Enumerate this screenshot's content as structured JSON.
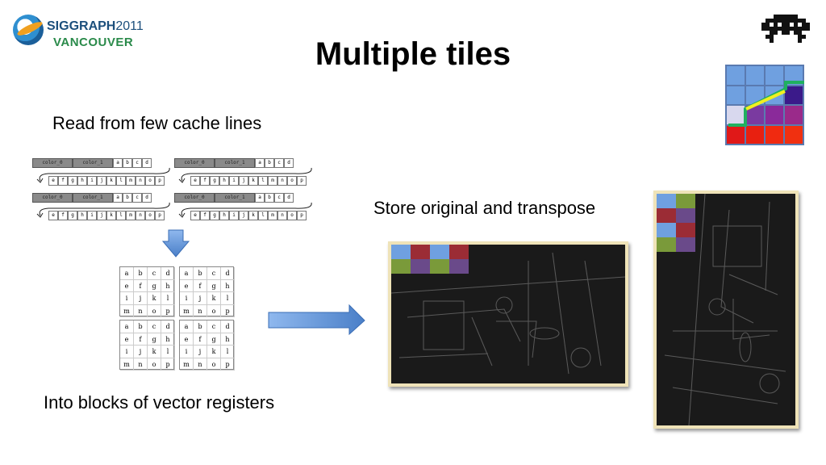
{
  "slide": {
    "title": "Multiple tiles",
    "captions": {
      "read": "Read from few cache lines",
      "store": "Store original and transpose",
      "into": "Into blocks of vector registers"
    }
  },
  "logo": {
    "brand": "SIGGRAPH",
    "year": "2011",
    "city": "VANCOUVER"
  },
  "icons": {
    "top_right": "space-invader-icon",
    "tile_grid": "tile-grid-icon"
  },
  "cache_lines": {
    "top_labels": [
      "color_0",
      "color_1"
    ],
    "top_cells": [
      "a",
      "b",
      "c",
      "d"
    ],
    "bottom_cells": [
      "e",
      "f",
      "g",
      "h",
      "i",
      "j",
      "k",
      "l",
      "m",
      "n",
      "o",
      "p"
    ]
  },
  "register_blocks": [
    [
      "a",
      "b",
      "c",
      "d",
      "e",
      "f",
      "g",
      "h",
      "i",
      "j",
      "k",
      "l",
      "m",
      "n",
      "o",
      "p"
    ],
    [
      "a",
      "b",
      "c",
      "d",
      "e",
      "f",
      "g",
      "h",
      "i",
      "j",
      "k",
      "l",
      "m",
      "n",
      "o",
      "p"
    ],
    [
      "a",
      "b",
      "c",
      "d",
      "e",
      "f",
      "g",
      "h",
      "i",
      "j",
      "k",
      "l",
      "m",
      "n",
      "o",
      "p"
    ],
    [
      "a",
      "b",
      "c",
      "d",
      "e",
      "f",
      "g",
      "h",
      "i",
      "j",
      "k",
      "l",
      "m",
      "n",
      "o",
      "p"
    ]
  ],
  "colors": {
    "arrow_fill": "#5b8fd6",
    "tile_blue": "#6fa0e0",
    "tile_red": "#9b2c35",
    "tile_green": "#7a9a3a",
    "tile_purple": "#6a4a8a",
    "photo_frame": "#efe3b8"
  }
}
